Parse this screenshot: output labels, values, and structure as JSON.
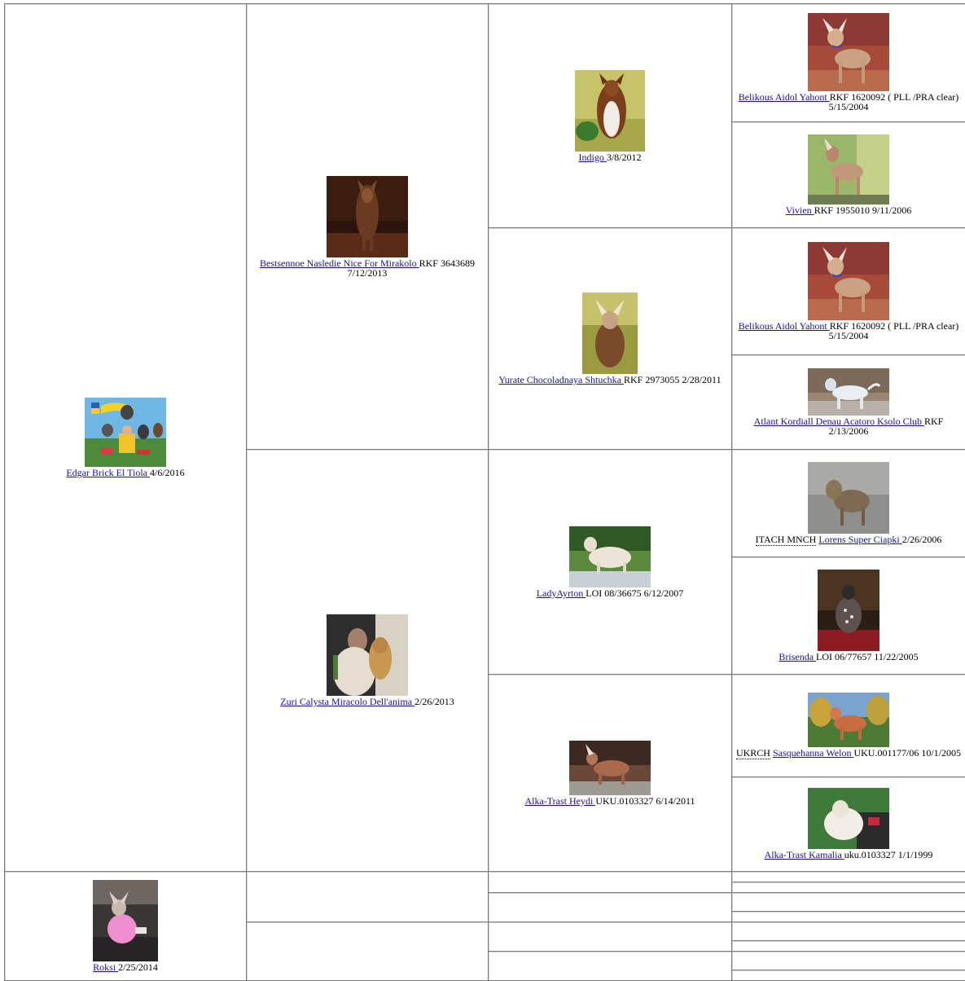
{
  "pedigree": {
    "edgar": {
      "name": "Edgar Brick El Tiola",
      "date": "4/6/2016"
    },
    "roksi": {
      "name": "Roksi",
      "date": "2/25/2014"
    },
    "bestsennoe": {
      "name": "Bestsennoe Nasledie Nice For Mirakolo",
      "info": "RKF 3643689 7/12/2013"
    },
    "zuri": {
      "name": "Zuri Calysta Miracolo Dell'anima",
      "info": "2/26/2013"
    },
    "indigo": {
      "name": "Indigo",
      "info": "3/8/2012"
    },
    "yurate": {
      "name": "Yurate Chocoladnaya Shtuchka",
      "info": "RKF 2973055 2/28/2011"
    },
    "ladyayrton": {
      "name": "LadyAyrton",
      "info": "LOI 08/36675 6/12/2007"
    },
    "alkaheydi": {
      "name": "Alka-Trast Heydi",
      "info": "UKU.0103327 6/14/2011"
    },
    "belikous1": {
      "name": "Belikous Aidol Yahont",
      "info": "RKF 1620092 ( PLL /PRA clear) 5/15/2004"
    },
    "vivien": {
      "name": "Vivien",
      "info": "RKF 1955010 9/11/2006"
    },
    "belikous2": {
      "name": "Belikous Aidol Yahont",
      "info": "RKF 1620092 ( PLL /PRA clear) 5/15/2004"
    },
    "atlant": {
      "name": "Atlant Kordiall Denau Acatoro Ksolo Club",
      "info": "RKF 2/13/2006"
    },
    "lorens": {
      "title": "ITACH MNCH",
      "name": "Lorens Super Ciapki",
      "info": "2/26/2006"
    },
    "brisenda": {
      "name": "Brisenda",
      "info": "LOI 06/77657 11/22/2005"
    },
    "sasquehanna": {
      "title": "UKRCH",
      "name": "Sasquehanna Welon",
      "info": "UKU.001177/06 10/1/2005"
    },
    "kamalia": {
      "name": "Alka-Trast Kamalia",
      "info": "uku.0103327 1/1/1999"
    }
  }
}
